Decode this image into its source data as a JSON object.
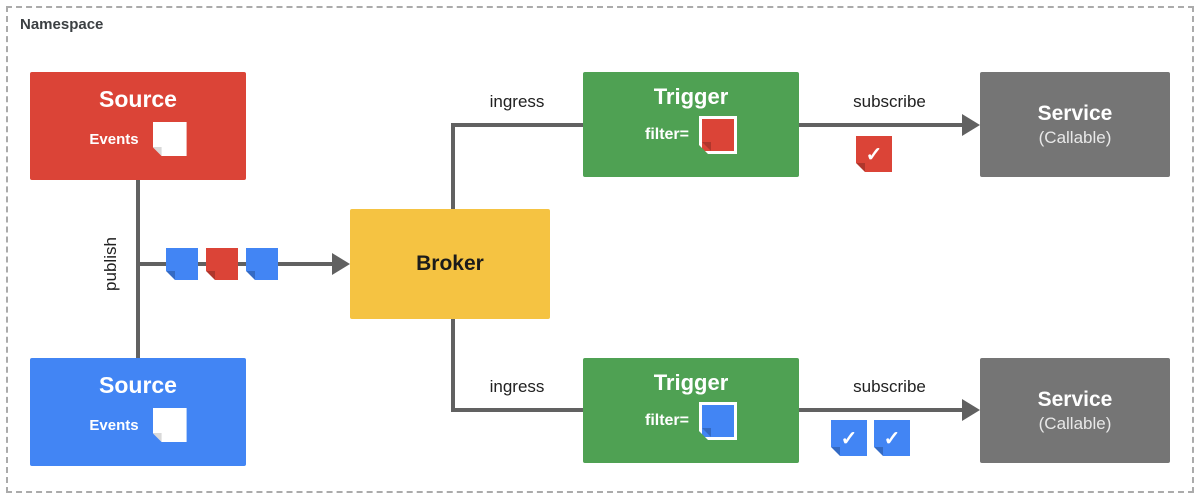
{
  "namespace_label": "Namespace",
  "nodes": {
    "source_top": {
      "title": "Source",
      "events_label": "Events",
      "color": "#db4437"
    },
    "source_bottom": {
      "title": "Source",
      "events_label": "Events",
      "color": "#4285f4"
    },
    "broker": {
      "title": "Broker",
      "color": "#f5c342"
    },
    "trigger_top": {
      "title": "Trigger",
      "filter_label": "filter=",
      "filter_color": "#db4437",
      "color": "#4fa153"
    },
    "trigger_bottom": {
      "title": "Trigger",
      "filter_label": "filter=",
      "filter_color": "#4285f4",
      "color": "#4fa153"
    },
    "service_top": {
      "title": "Service",
      "subtitle": "(Callable)",
      "color": "#757575"
    },
    "service_bottom": {
      "title": "Service",
      "subtitle": "(Callable)",
      "color": "#757575"
    }
  },
  "edges": {
    "publish_label": "publish",
    "ingress_top_label": "ingress",
    "ingress_bottom_label": "ingress",
    "subscribe_top_label": "subscribe",
    "subscribe_bottom_label": "subscribe",
    "line_color": "#616161"
  },
  "event_stream": [
    "blue",
    "red",
    "blue"
  ],
  "delivered_events": {
    "top": [
      "red"
    ],
    "bottom": [
      "blue",
      "blue"
    ]
  },
  "icons": {
    "check": "✓",
    "event_note": "note-with-folded-corner"
  }
}
